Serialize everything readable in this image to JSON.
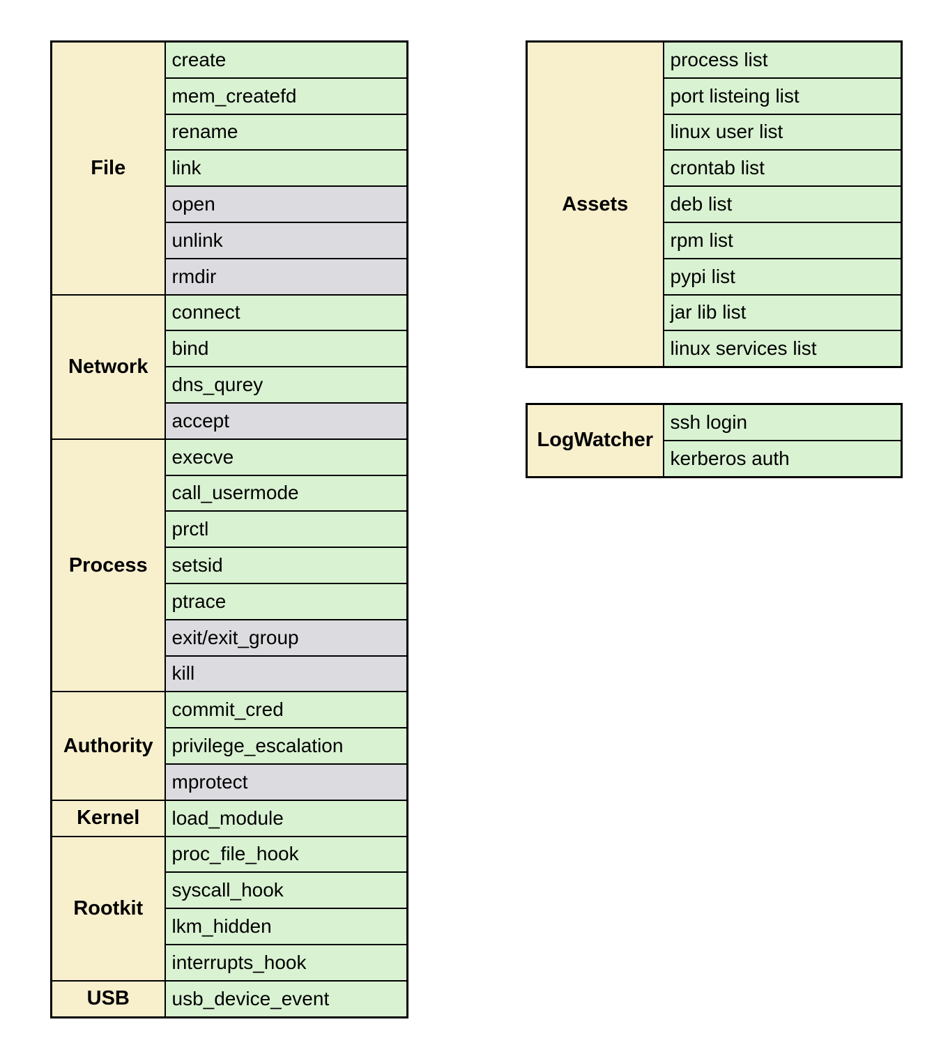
{
  "colors": {
    "category_bg": "#f8efcd",
    "enabled_bg": "#d9f2d2",
    "disabled_bg": "#dcdce0",
    "border": "#000000"
  },
  "hooks_table": {
    "groups": [
      {
        "category": "File",
        "items": [
          {
            "label": "create",
            "state": "on"
          },
          {
            "label": "mem_createfd",
            "state": "on"
          },
          {
            "label": "rename",
            "state": "on"
          },
          {
            "label": "link",
            "state": "on"
          },
          {
            "label": "open",
            "state": "off"
          },
          {
            "label": "unlink",
            "state": "off"
          },
          {
            "label": "rmdir",
            "state": "off"
          }
        ]
      },
      {
        "category": "Network",
        "items": [
          {
            "label": "connect",
            "state": "on"
          },
          {
            "label": "bind",
            "state": "on"
          },
          {
            "label": "dns_qurey",
            "state": "on"
          },
          {
            "label": "accept",
            "state": "off"
          }
        ]
      },
      {
        "category": "Process",
        "items": [
          {
            "label": "execve",
            "state": "on"
          },
          {
            "label": "call_usermode",
            "state": "on"
          },
          {
            "label": "prctl",
            "state": "on"
          },
          {
            "label": "setsid",
            "state": "on"
          },
          {
            "label": "ptrace",
            "state": "on"
          },
          {
            "label": "exit/exit_group",
            "state": "off"
          },
          {
            "label": "kill",
            "state": "off"
          }
        ]
      },
      {
        "category": "Authority",
        "items": [
          {
            "label": "commit_cred",
            "state": "on"
          },
          {
            "label": "privilege_escalation",
            "state": "on"
          },
          {
            "label": "mprotect",
            "state": "off"
          }
        ]
      },
      {
        "category": "Kernel",
        "items": [
          {
            "label": "load_module",
            "state": "on"
          }
        ]
      },
      {
        "category": "Rootkit",
        "items": [
          {
            "label": "proc_file_hook",
            "state": "on"
          },
          {
            "label": "syscall_hook",
            "state": "on"
          },
          {
            "label": "lkm_hidden",
            "state": "on"
          },
          {
            "label": "interrupts_hook",
            "state": "on"
          }
        ]
      },
      {
        "category": "USB",
        "items": [
          {
            "label": "usb_device_event",
            "state": "on"
          }
        ]
      }
    ]
  },
  "assets_table": {
    "category": "Assets",
    "items": [
      {
        "label": "process list",
        "state": "on"
      },
      {
        "label": "port listeing list",
        "state": "on"
      },
      {
        "label": "linux user list",
        "state": "on"
      },
      {
        "label": "crontab list",
        "state": "on"
      },
      {
        "label": "deb list",
        "state": "on"
      },
      {
        "label": "rpm list",
        "state": "on"
      },
      {
        "label": "pypi list",
        "state": "on"
      },
      {
        "label": "jar lib list",
        "state": "on"
      },
      {
        "label": "linux services list",
        "state": "on"
      }
    ]
  },
  "logwatcher_table": {
    "category": "LogWatcher",
    "items": [
      {
        "label": "ssh login",
        "state": "on"
      },
      {
        "label": "kerberos auth",
        "state": "on"
      }
    ]
  }
}
